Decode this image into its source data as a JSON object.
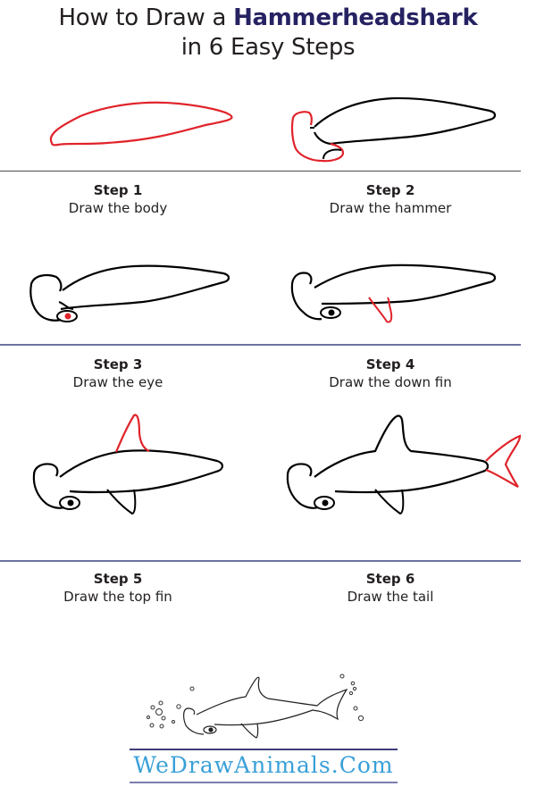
{
  "header": {
    "title_prefix": "How to Draw a ",
    "title_highlight": "Hammerheadshark",
    "subtitle": "in 6 Easy Steps"
  },
  "steps": [
    {
      "label": "Step 1",
      "description": "Draw the body"
    },
    {
      "label": "Step 2",
      "description": "Draw the hammer"
    },
    {
      "label": "Step 3",
      "description": "Draw the eye"
    },
    {
      "label": "Step 4",
      "description": "Draw the down fin"
    },
    {
      "label": "Step 5",
      "description": "Draw the top fin"
    },
    {
      "label": "Step 6",
      "description": "Draw the tail"
    }
  ],
  "footer": {
    "logo_text": "WeDrawAnimals.Com"
  },
  "colors": {
    "highlight": "#262262",
    "new_stroke": "#e0242b",
    "stroke": "#000000",
    "divider": "#6d73a0",
    "logo": "#3aa0d8"
  }
}
